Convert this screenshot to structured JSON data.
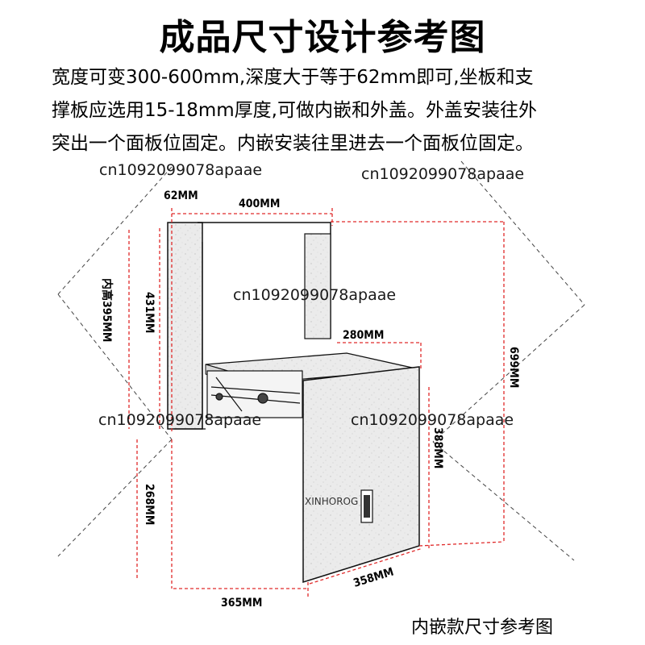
{
  "title": "成品尺寸设计参考图",
  "description": [
    "宽度可变300-600mm,深度大于等于62mm即可,坐板和支",
    "撑板应选用15-18mm厚度,可做内嵌和外盖。外盖安装往外",
    "突出一个面板位固定。内嵌安装往里进去一个面板位固定。"
  ],
  "watermark": "cn1092099078apaae",
  "dimensions": {
    "depth_62": "62MM",
    "width_400": "400MM",
    "inner_height_395": "内高395MM",
    "height_431": "431MM",
    "seat_280": "280MM",
    "height_699": "699MM",
    "height_388": "388MM",
    "height_268": "268MM",
    "width_358": "358MM",
    "width_365": "365MM"
  },
  "brand_mark": "XINHOROG",
  "caption": "内嵌款尺寸参考图"
}
